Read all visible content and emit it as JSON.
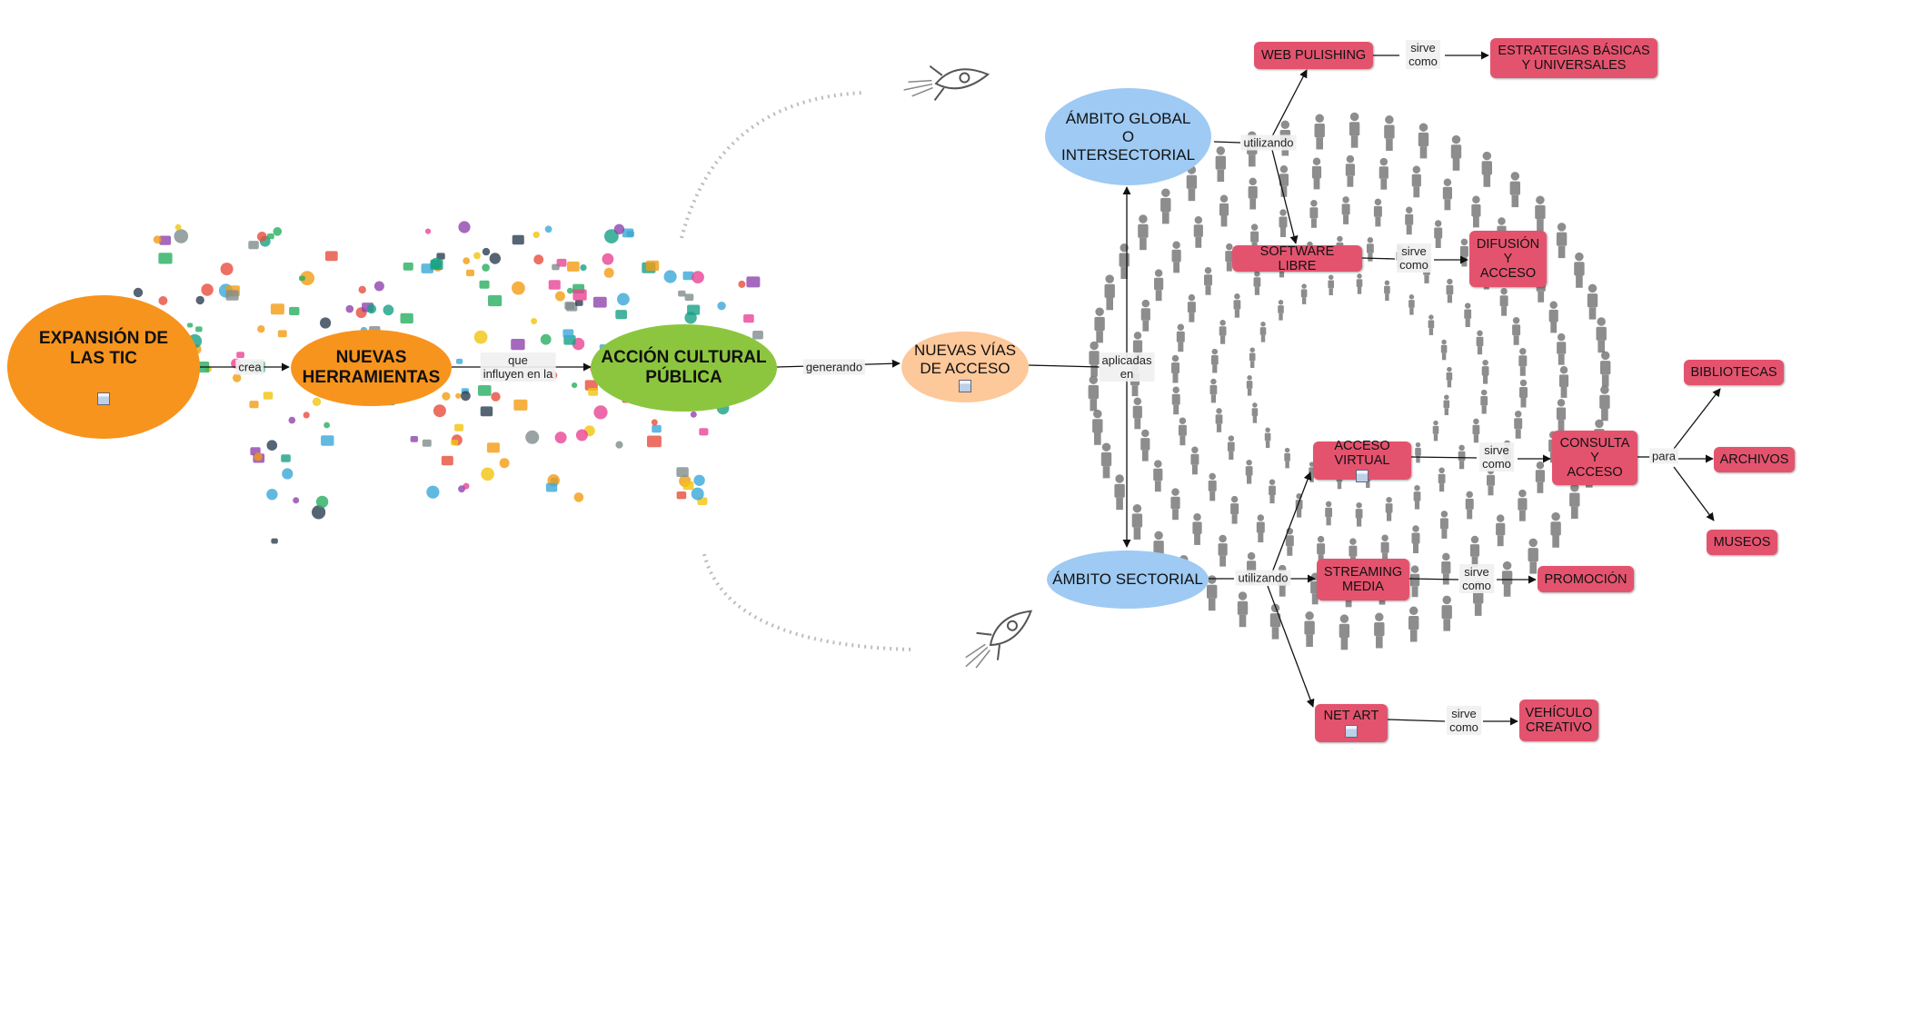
{
  "map": {
    "nodes": {
      "expansion": "EXPANSIÓN DE\nLAS TIC",
      "herramientas": "NUEVAS\nHERRAMIENTAS",
      "accion": "ACCIÓN CULTURAL\nPÚBLICA",
      "vias": "NUEVAS VÍAS\nDE ACCESO",
      "global": "ÁMBITO GLOBAL\nO\nINTERSECTORIAL",
      "sectorial": "ÁMBITO SECTORIAL",
      "web": "WEB PULISHING",
      "estrategias": "ESTRATEGIAS BÁSICAS\nY UNIVERSALES",
      "software": "SOFTWARE LIBRE",
      "difusion": "DIFUSIÓN\nY\nACCESO",
      "acceso_virtual": "ACCESO VIRTUAL",
      "consulta": "CONSULTA\nY\nACCESO",
      "bibliotecas": "BIBLIOTECAS",
      "archivos": "ARCHIVOS",
      "museos": "MUSEOS",
      "streaming": "STREAMING\nMEDIA",
      "promocion": "PROMOCIÓN",
      "net_art": "NET ART",
      "vehiculo": "VEHÍCULO\nCREATIVO"
    },
    "links": {
      "crea": "crea",
      "influyen": "que\ninfluyen en la",
      "generando": "generando",
      "aplicadas": "aplicadas\nen",
      "utilizando_global": "utilizando",
      "utilizando_sectorial": "utilizando",
      "sirve_web": "sirve\ncomo",
      "sirve_software": "sirve\ncomo",
      "sirve_virtual": "sirve\ncomo",
      "para": "para",
      "sirve_streaming": "sirve\ncomo",
      "sirve_net": "sirve\ncomo"
    }
  },
  "colors": {
    "orange": "#f7941d",
    "green": "#8cc63f",
    "peach": "#fdc89a",
    "blue": "#9ecaf4",
    "red": "#e4536e",
    "people": "#7a7a7a"
  },
  "icons": [
    "resource-doc-icon",
    "world-map-icons-icon",
    "rocket-icon",
    "people-circle-icon"
  ]
}
